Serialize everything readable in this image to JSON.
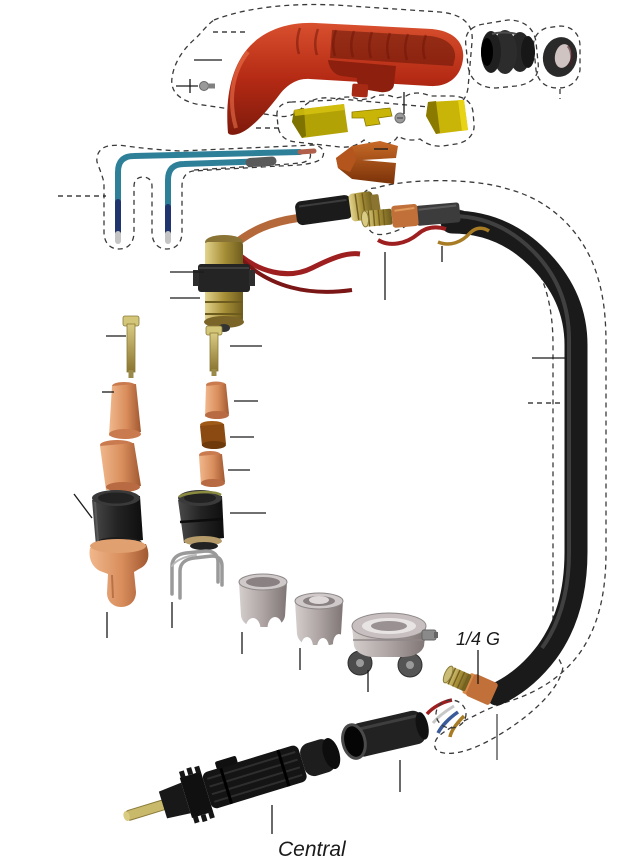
{
  "diagram": {
    "labels": {
      "thread_size": "1/4 G",
      "connector": "Central"
    },
    "colors": {
      "background": "#ffffff",
      "outline_dash": "#3a3a3a",
      "leader_line": "#1a1a1a",
      "handle_red": "#b42a14",
      "handle_red_dark": "#7e1a0c",
      "trigger_yellow": "#c9b507",
      "hose_teal": "#2e8099",
      "hose_navy": "#20356e",
      "brass": "#a89038",
      "copper_part": "#d98d5c",
      "copper_collar": "#c07038",
      "wire_red": "#9e1f1f",
      "wire_yellow": "#a87c24",
      "wire_blue": "#3a5a9a",
      "cable_black": "#1a1a1a",
      "spacer_gray": "#ada4a3"
    },
    "parts": [
      "handle-shell",
      "handle-screw",
      "trigger-switch-set",
      "trigger-screw",
      "grommet-bushing",
      "boot-ring",
      "air-tube-long",
      "air-tube-short",
      "trigger-bracket",
      "torch-head",
      "head-cable-sleeve",
      "head-cable-nut",
      "electrode-long",
      "electrode-short",
      "nozzle-long",
      "nozzle-short",
      "swirl-ring",
      "nozzle-tip",
      "retaining-cap",
      "retaining-cap-shielded",
      "gouging-shield",
      "wire-standoff-guide",
      "crown-spacer",
      "leg-spacer",
      "roller-guide",
      "torch-cable-assembly",
      "cable-fitting",
      "strain-relief-sleeve",
      "central-connector"
    ]
  }
}
